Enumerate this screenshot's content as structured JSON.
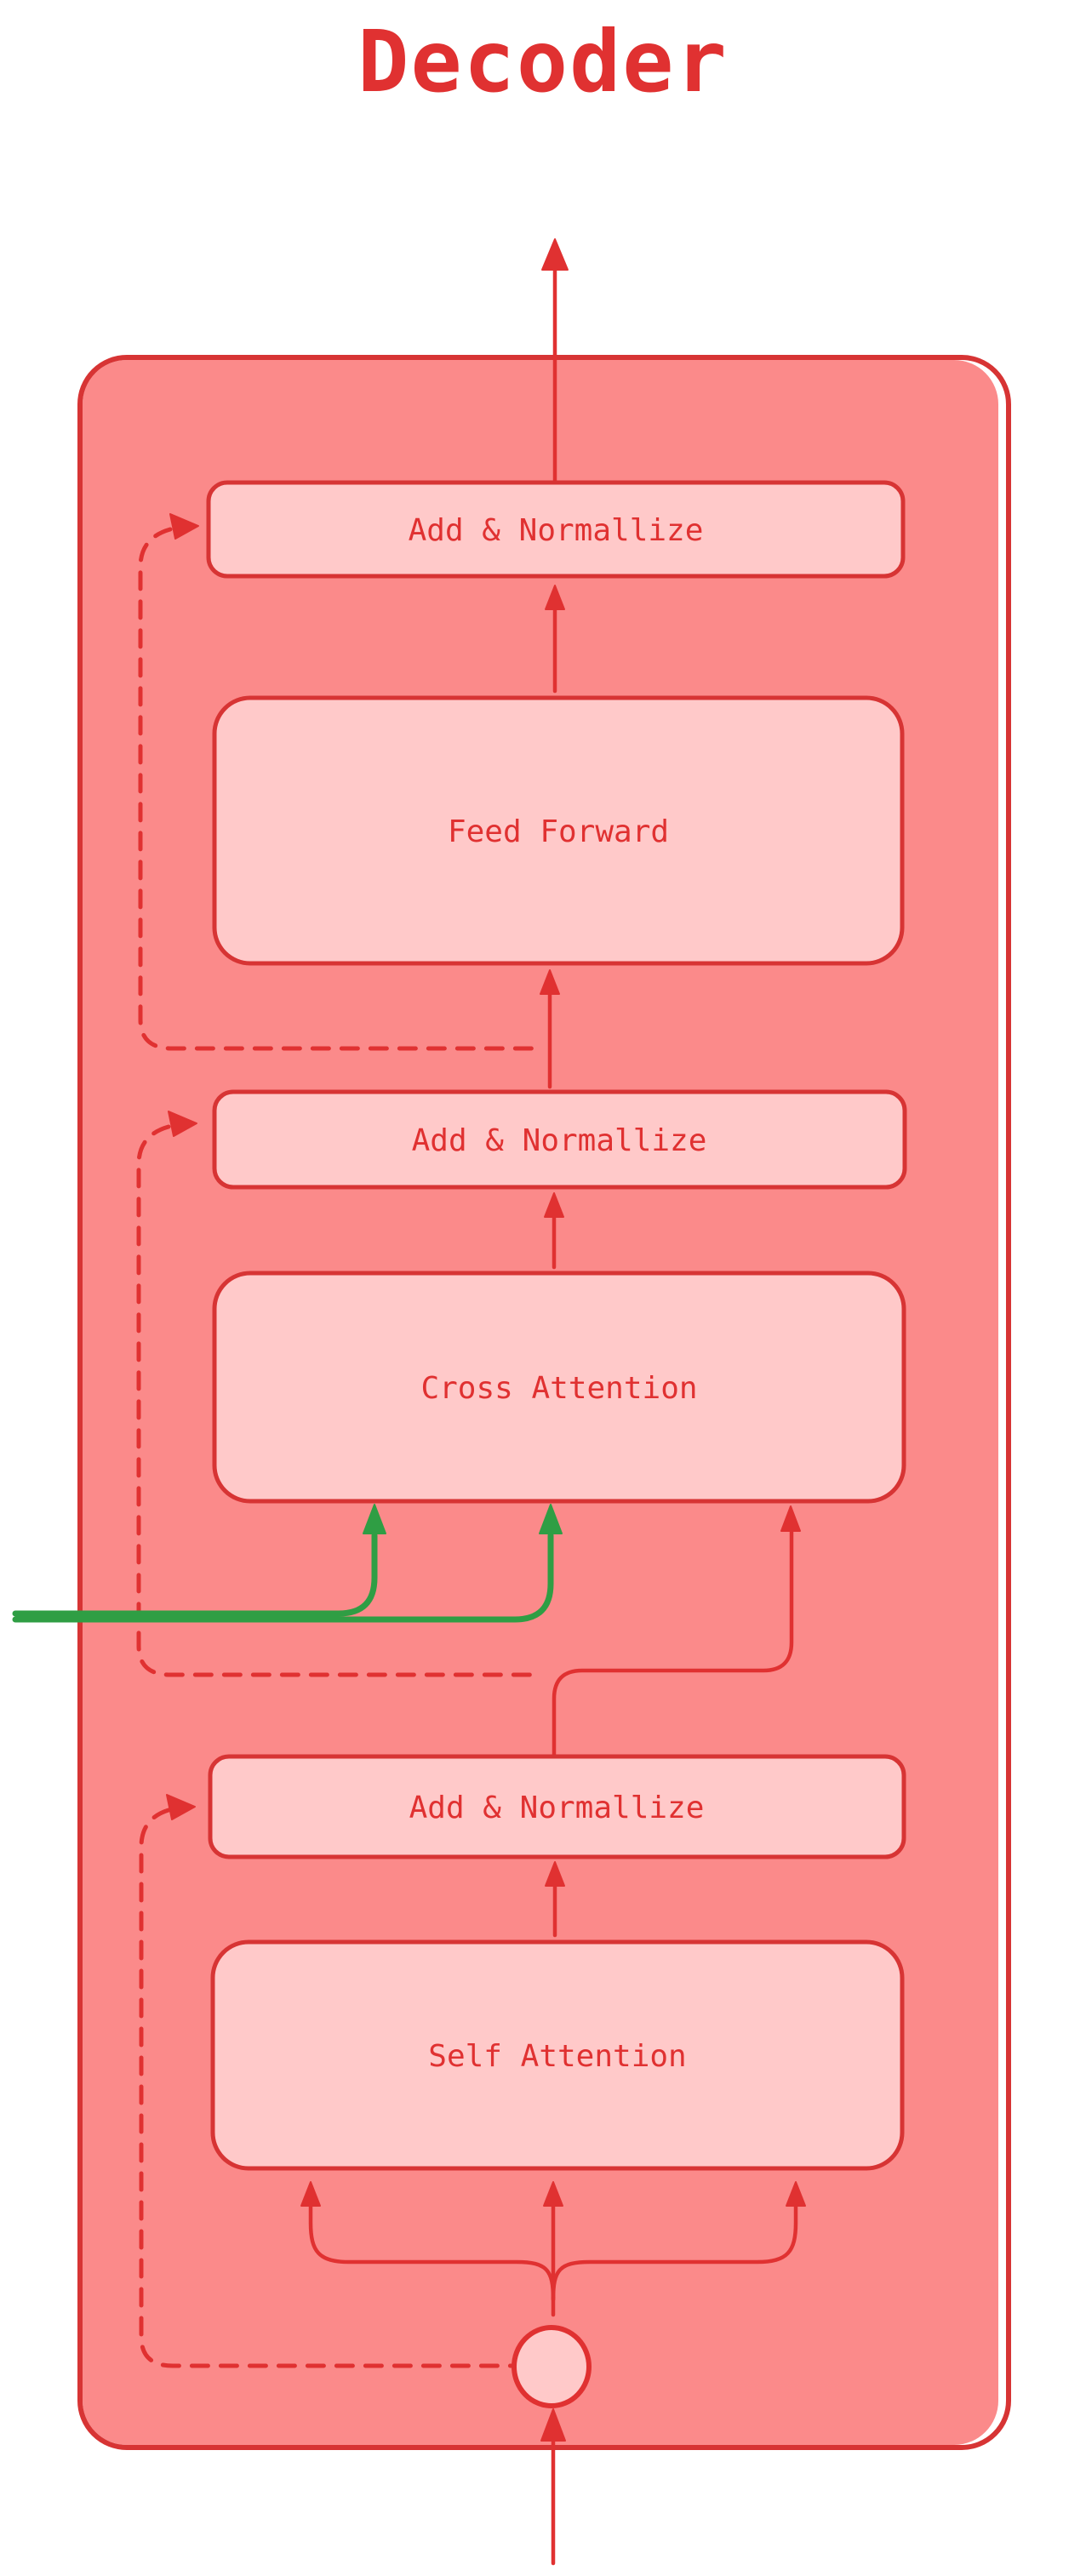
{
  "title": "Decoder",
  "blocks": [
    {
      "id": "add-norm-top",
      "label": "Add & Normallize"
    },
    {
      "id": "feed-forward",
      "label": "Feed Forward"
    },
    {
      "id": "add-norm-middle",
      "label": "Add & Normallize"
    },
    {
      "id": "cross-attention",
      "label": "Cross Attention"
    },
    {
      "id": "add-norm-bottom",
      "label": "Add & Normallize"
    },
    {
      "id": "self-attention",
      "label": "Self Attention"
    }
  ],
  "connections": [
    "input arrow from bottom into circle node",
    "circle splits into three arrows entering Self Attention",
    "Self Attention -> Add & Normallize (bottom)",
    "Add & Normallize (bottom) -> right-side arrow into Cross Attention",
    "two green arrows from outside left into Cross Attention",
    "Cross Attention -> Add & Normallize (middle)",
    "Add & Normallize (middle) -> Feed Forward",
    "Feed Forward -> Add & Normallize (top)",
    "Add & Normallize (top) -> output arrow leaving container",
    "dashed residual: circle -> Add & Normallize (bottom)",
    "dashed residual: below Cross Attention -> Add & Normallize (middle)",
    "dashed residual: below Feed Forward -> Add & Normallize (top)"
  ],
  "colors": {
    "page_bg": "#ffffff",
    "ink": "#e03131",
    "ink_strong": "#d73434",
    "container_fill": "#fb8a8a",
    "box_fill": "#ffc9c9",
    "green": "#2f9e44"
  }
}
